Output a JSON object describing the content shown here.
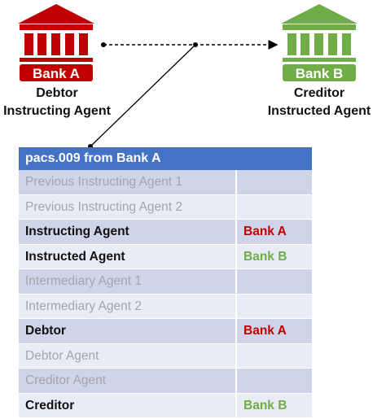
{
  "bank_a": {
    "name": "Bank A",
    "caption_line1": "Debtor",
    "caption_line2": "Instructing Agent",
    "color": "#c00000"
  },
  "bank_b": {
    "name": "Bank B",
    "caption_line1": "Creditor",
    "caption_line2": "Instructed Agent",
    "color": "#70ad47"
  },
  "table": {
    "header": "pacs.009 from Bank A",
    "header_color": "#4472c4",
    "rows": [
      {
        "label": "Previous Instructing Agent 1",
        "value": "",
        "style": "muted"
      },
      {
        "label": "Previous Instructing Agent 2",
        "value": "",
        "style": "muted"
      },
      {
        "label": "Instructing Agent",
        "value": "Bank A",
        "style": "strong",
        "value_color": "#c00000"
      },
      {
        "label": "Instructed Agent",
        "value": "Bank B",
        "style": "strong",
        "value_color": "#70ad47"
      },
      {
        "label": "Intermediary Agent 1",
        "value": "",
        "style": "muted"
      },
      {
        "label": "Intermediary Agent 2",
        "value": "",
        "style": "muted"
      },
      {
        "label": "Debtor",
        "value": "Bank A",
        "style": "strong",
        "value_color": "#c00000"
      },
      {
        "label": "Debtor Agent",
        "value": "",
        "style": "muted"
      },
      {
        "label": "Creditor Agent",
        "value": "",
        "style": "muted"
      },
      {
        "label": "Creditor",
        "value": "Bank B",
        "style": "strong",
        "value_color": "#70ad47"
      }
    ]
  }
}
